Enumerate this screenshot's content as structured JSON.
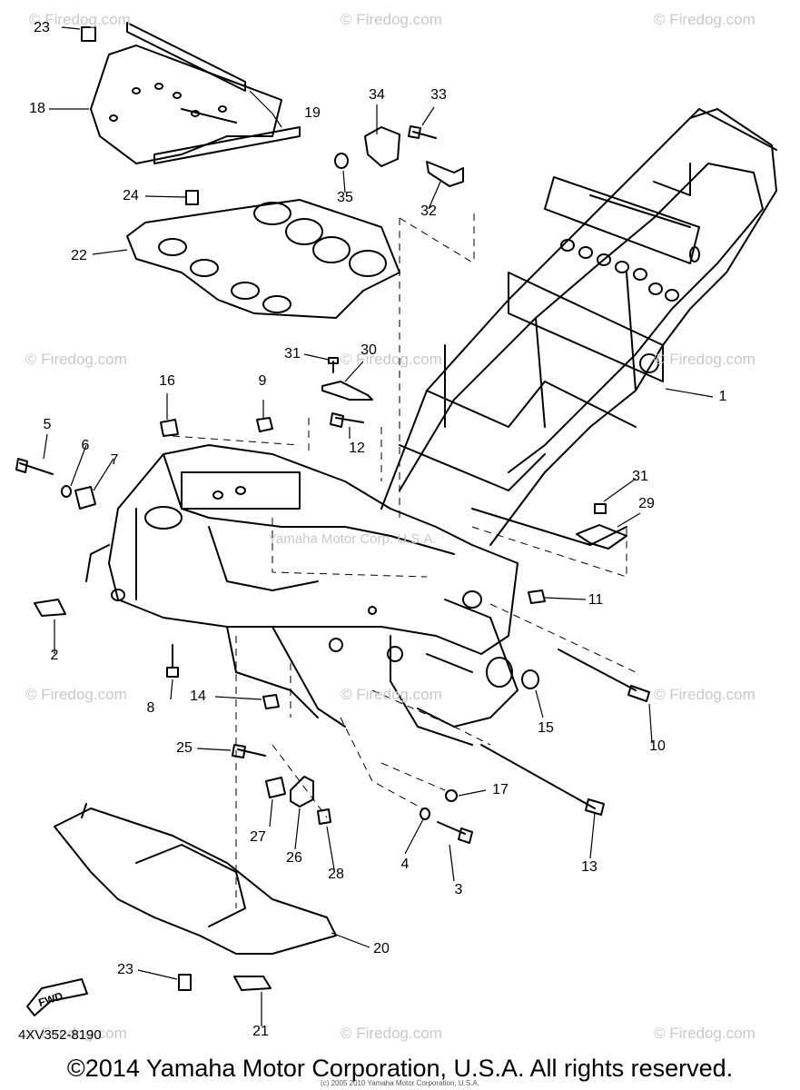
{
  "watermark_text": "© Firedog.com",
  "watermark_mid": "Yamaha Motor Corp. U.S.A.",
  "part_code": "4XV352-8190",
  "copyright": "©2014 Yamaha Motor Corporation, U.S.A. All rights reserved.",
  "fine_print": "(c) 2005 2010 Yamaha Motor Corporation, U.S.A.",
  "fwd_label": "FWD",
  "callouts": [
    "1",
    "2",
    "3",
    "4",
    "5",
    "6",
    "7",
    "8",
    "9",
    "10",
    "11",
    "12",
    "13",
    "14",
    "15",
    "16",
    "17",
    "18",
    "19",
    "20",
    "21",
    "22",
    "23",
    "24",
    "25",
    "26",
    "27",
    "28",
    "29",
    "30",
    "31",
    "32",
    "33",
    "34",
    "35"
  ]
}
